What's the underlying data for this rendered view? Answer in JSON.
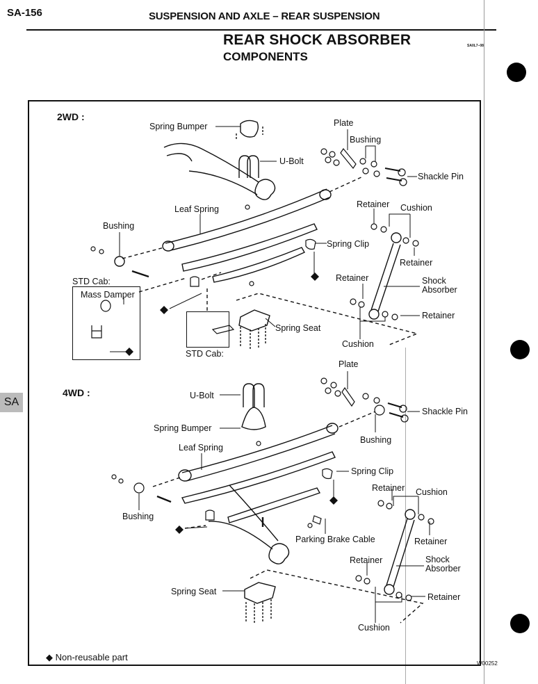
{
  "header": {
    "page_number": "SA-156",
    "section": "SUSPENSION AND AXLE – REAR SUSPENSION",
    "title": "REAR SHOCK ABSORBER",
    "subtitle": "COMPONENTS",
    "ref_code": "SA0L7–08"
  },
  "side_tab": "SA",
  "diagram_2wd": {
    "heading": "2WD :",
    "labels": {
      "spring_bumper": "Spring Bumper",
      "u_bolt": "U-Bolt",
      "plate": "Plate",
      "bushing_top": "Bushing",
      "shackle_pin": "Shackle Pin",
      "leaf_spring": "Leaf Spring",
      "bushing_left": "Bushing",
      "retainer_upper": "Retainer",
      "cushion_upper": "Cushion",
      "spring_clip": "Spring Clip",
      "retainer_upper_right": "Retainer",
      "std_cab_1": "STD Cab:",
      "mass_damper": "Mass Damper",
      "retainer_lower": "Retainer",
      "shock_absorber": "Shock\nAbsorber",
      "retainer_lower_right": "Retainer",
      "spring_seat": "Spring Seat",
      "cushion_lower": "Cushion",
      "std_cab_2": "STD Cab:"
    }
  },
  "diagram_4wd": {
    "heading": "4WD :",
    "labels": {
      "plate": "Plate",
      "u_bolt": "U-Bolt",
      "shackle_pin": "Shackle Pin",
      "spring_bumper": "Spring Bumper",
      "bushing_right": "Bushing",
      "leaf_spring": "Leaf Spring",
      "spring_clip": "Spring Clip",
      "retainer_upper": "Retainer",
      "cushion_upper": "Cushion",
      "bushing_left": "Bushing",
      "parking_brake_cable": "Parking Brake Cable",
      "retainer_upper_right": "Retainer",
      "retainer_lower": "Retainer",
      "shock_absorber": "Shock\nAbsorber",
      "spring_seat": "Spring Seat",
      "retainer_lower_right": "Retainer",
      "cushion_lower": "Cushion"
    }
  },
  "legend": {
    "symbol": "◆",
    "text": "Non-reusable part"
  },
  "figure_id": "W00252"
}
